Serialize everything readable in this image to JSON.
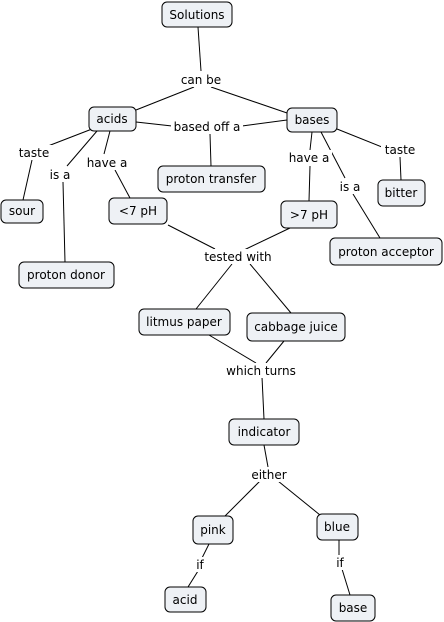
{
  "concept_map": {
    "nodes": {
      "solutions": "Solutions",
      "acids": "acids",
      "bases": "bases",
      "sour": "sour",
      "proton_donor": "proton donor",
      "lt7": "<7 pH",
      "proton_transfer": "proton transfer",
      "gt7": ">7 pH",
      "bitter": "bitter",
      "proton_acceptor": "proton acceptor",
      "litmus": "litmus paper",
      "cabbage": "cabbage juice",
      "indicator": "indicator",
      "pink": "pink",
      "blue": "blue",
      "acid": "acid",
      "base": "base"
    },
    "links": {
      "can_be": "can be",
      "based_off_a": "based off a",
      "taste_acids": "taste",
      "is_a_acids": "is a",
      "have_a_acids": "have a",
      "have_a_bases": "have a",
      "is_a_bases": "is a",
      "taste_bases": "taste",
      "tested_with": "tested with",
      "which_turns": "which turns",
      "either": "either",
      "if_pink": "if",
      "if_blue": "if"
    }
  }
}
